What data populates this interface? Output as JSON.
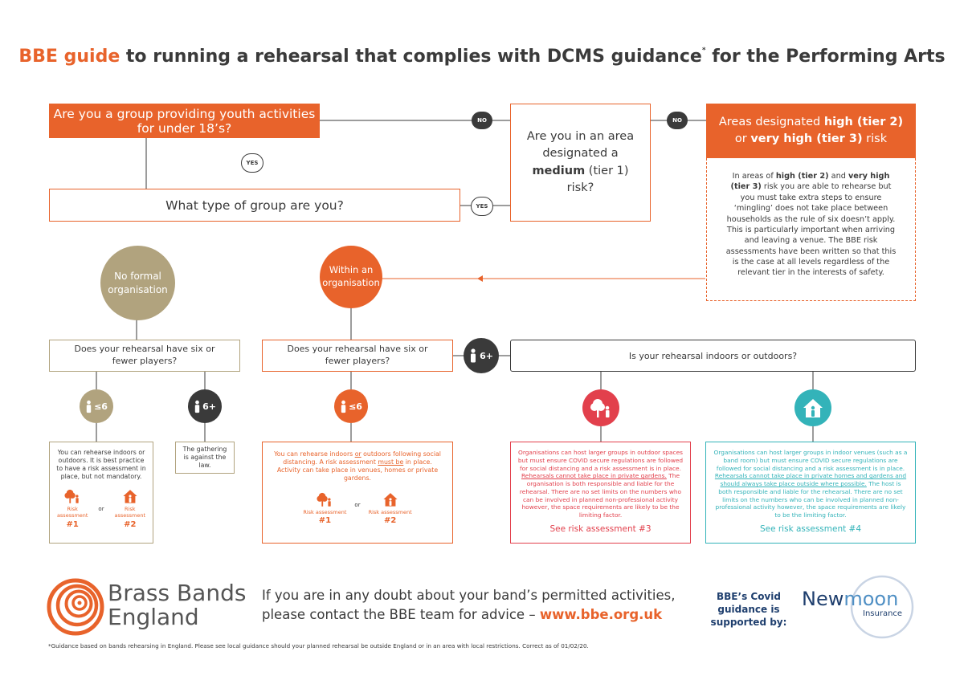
{
  "title": {
    "lead": "BBE guide",
    "main": " to running a rehearsal that complies with DCMS guidance",
    "mark": "*",
    "tail": " for the Performing Arts"
  },
  "q_youth": "Are you a group providing youth activities for under 18’s?",
  "yes": "YES",
  "no": "NO",
  "q_medium": {
    "pre": "Are you in an area designated a ",
    "bold": "medium",
    "post": " (tier 1) risk?"
  },
  "high_tier": {
    "title_a": "Areas designated ",
    "title_b": "high (tier 2)",
    "title_c": " or ",
    "title_d": "very high (tier 3)",
    "title_e": " risk",
    "body_a": "In areas of ",
    "body_b": "high (tier 2)",
    "body_c": " and ",
    "body_d": "very high (tier 3)",
    "body_e": " risk you are able to rehearse but you must take extra steps to ensure ‘mingling’ does not take place between households as the rule of six doesn’t apply. This is particularly important when arriving and leaving a venue. The BBE risk assessments have been written so that this is the case at all levels regardless of the relevant tier in the interests of safety."
  },
  "q_type": "What type of group are you?",
  "no_formal": "No formal organisation",
  "within_org": "Within an organisation",
  "q_six": "Does your rehearsal have six or fewer players?",
  "q_indoors": "Is your rehearsal indoors or outdoors?",
  "le6": "≤6",
  "gt6": "6+",
  "or": "or",
  "ra_label": "Risk assessment",
  "ra1": "#1",
  "ra2": "#2",
  "result_noformal": "You can rehearse indoors or outdoors. It is best practice to have a risk assessment in place, but not mandatory.",
  "result_law": "The gathering is against the law.",
  "result_org": {
    "a": "You can rehearse indoors ",
    "b": "or",
    "c": " outdoors following social distancing. A risk assessment ",
    "d": "must be",
    "e": " in place. Activity can take place in venues, homes or private gardens."
  },
  "outdoor": {
    "a": "Organisations can host larger groups in outdoor spaces but must ensure COVID secure regulations are followed for social distancing and a risk assessment is in place. ",
    "b": "Rehearsals cannot take place in private gardens.",
    "c": " The organisation is both responsible and liable for the rehearsal. There are no set limits on the numbers who can be involved in planned non-professional activity however, the space requirements are likely to be the limiting factor.",
    "see": "See risk assessment #3"
  },
  "indoor": {
    "a": "Organisations can host larger groups in indoor venues (such as a band room) but must ensure COVID secure regulations are followed for social distancing and a risk assessment is in place. ",
    "b": "Rehearsals cannot take place in private homes and gardens and should always take place outside where possible.",
    "c": " The host is both responsible and liable for the rehearsal. There are no set limits on the numbers who can be involved in planned non-professional activity however, the space requirements are likely to be the limiting factor.",
    "see": "See risk assessment #4"
  },
  "footer": {
    "brand1": "Brass Bands",
    "brand2": "England",
    "msg1": "If you are in any doubt about your band’s permitted activities,",
    "msg2": "please contact the BBE team for advice – ",
    "url": "www.bbe.org.uk",
    "support": "BBE’s Covid guidance is supported by:",
    "new": "New",
    "moon": "moon",
    "insurance": "Insurance",
    "note": "*Guidance based on bands rehearsing in England. Please see local guidance should your planned rehearsal be outside England or in an area with local restrictions. Correct as of 01/02/20."
  },
  "colors": {
    "orange": "#e8632b",
    "dark": "#3a3a3a",
    "tan": "#b1a37e",
    "red": "#e2404c",
    "teal": "#33b3b9"
  }
}
